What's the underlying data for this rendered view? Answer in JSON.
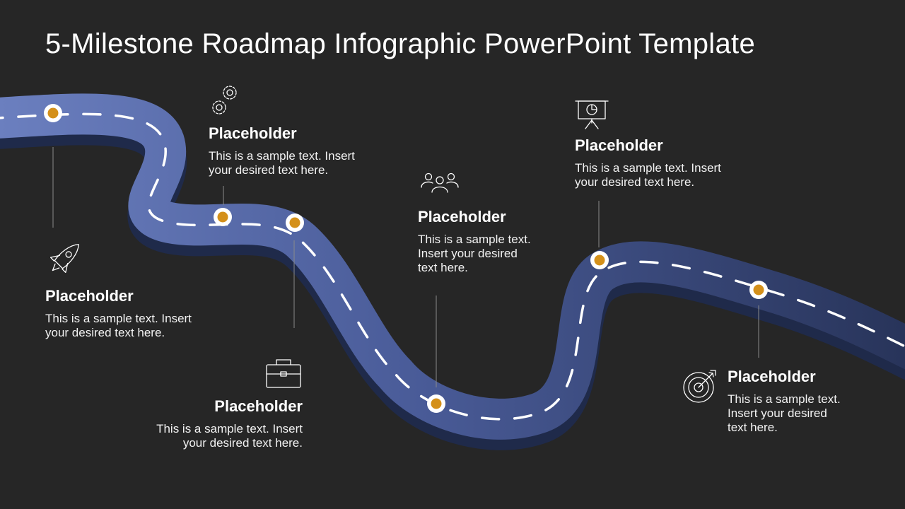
{
  "title": "5-Milestone Roadmap Infographic PowerPoint Template",
  "colors": {
    "background": "#262626",
    "road_light": "#6b7fbf",
    "road_dark": "#28345a",
    "road_edge": "#1f2a4a",
    "milestone_marker": "#d4901a",
    "dash": "#ffffff",
    "connector_line": "#8a8a8a"
  },
  "milestones": [
    {
      "icon": "rocket-icon",
      "heading": "Placeholder",
      "lines": [
        "This is a sample text. Insert",
        "your desired text here."
      ]
    },
    {
      "icon": "gears-icon",
      "heading": "Placeholder",
      "lines": [
        "This is a sample text. Insert",
        "your desired text here."
      ]
    },
    {
      "icon": "briefcase-icon",
      "heading": "Placeholder",
      "lines": [
        "This is a sample text. Insert",
        "your desired text here."
      ]
    },
    {
      "icon": "team-icon",
      "heading": "Placeholder",
      "lines": [
        "This is a sample text.",
        "Insert your desired",
        "text here."
      ]
    },
    {
      "icon": "presentation-board-icon",
      "heading": "Placeholder",
      "lines": [
        "This is a sample text. Insert",
        "your desired text here."
      ]
    },
    {
      "icon": "target-icon",
      "heading": "Placeholder",
      "lines": [
        "This is a sample text.",
        "Insert your desired",
        "text here."
      ]
    }
  ]
}
